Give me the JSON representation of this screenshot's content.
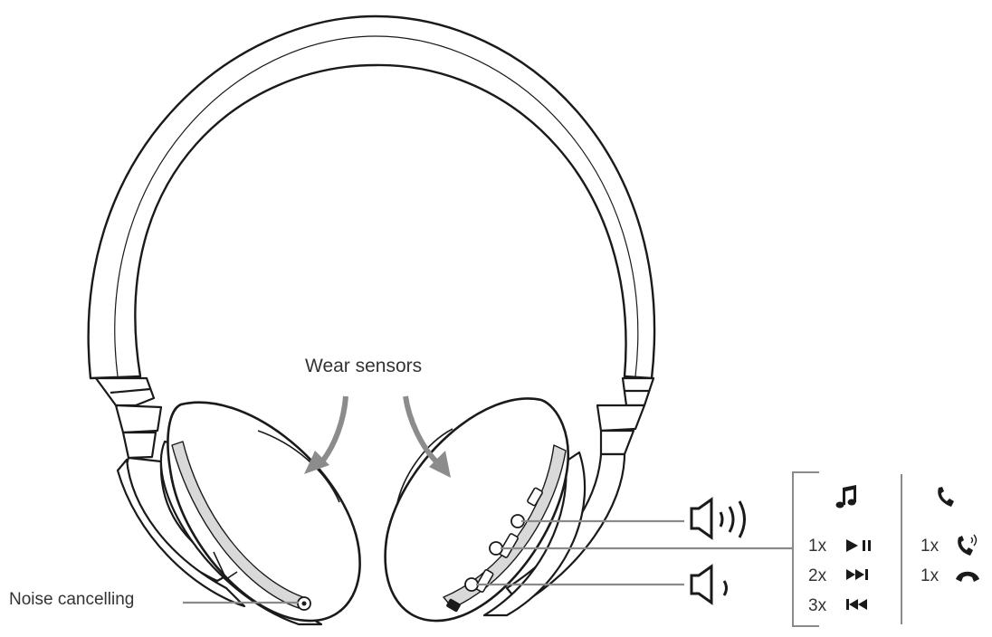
{
  "labels": {
    "wear_sensors": "Wear sensors",
    "noise_cancelling": "Noise cancelling"
  },
  "controls": {
    "volume_up_icon": "speaker-volume-up",
    "volume_down_icon": "speaker-volume-down"
  },
  "media_column": {
    "header_icon": "music-note",
    "rows": [
      {
        "count": "1x",
        "action_icon": "play-pause"
      },
      {
        "count": "2x",
        "action_icon": "next-track"
      },
      {
        "count": "3x",
        "action_icon": "previous-track"
      }
    ]
  },
  "call_column": {
    "header_icon": "phone",
    "rows": [
      {
        "count": "1x",
        "action_icon": "answer-call"
      },
      {
        "count": "1x",
        "action_icon": "end-call"
      }
    ]
  },
  "colors": {
    "line": "#1a1a1a",
    "leader": "#8a8a8a",
    "arrow": "#8c8c8c",
    "band": "#d9d9d9"
  }
}
